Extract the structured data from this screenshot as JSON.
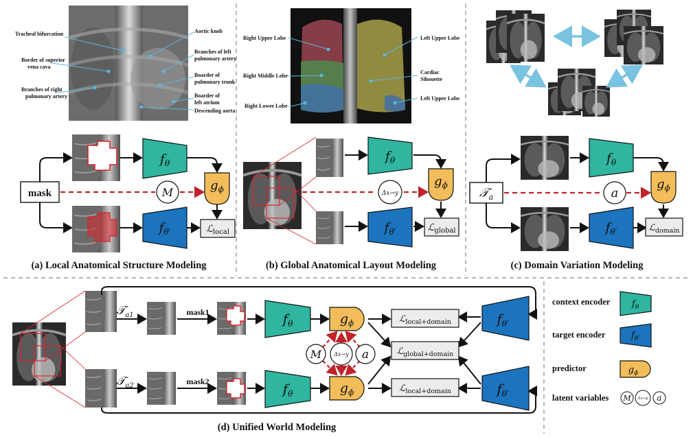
{
  "colors": {
    "context_encoder": "#2fb5a0",
    "target_encoder": "#1b74bd",
    "predictor": "#f2bd5a",
    "loss_box": "#ececec",
    "mask_red": "#d8242b",
    "arrow_blue": "#7ac3e0",
    "leader_line": "#5bb7dd"
  },
  "panel_a": {
    "caption": "(a) Local Anatomical Structure Modeling",
    "annotations_left": [
      "Tracheal bifurcation",
      "Border of superior",
      "vena cava",
      "Branches of right",
      "pulmonary artery"
    ],
    "annotations_right": [
      "Aortic knob",
      "Branches of left",
      "pulmonary artery",
      "Boarder of",
      "pulmonary trunk",
      "Boarder of",
      "left atrium",
      "Descending aorta"
    ],
    "mask_label": "mask",
    "latent": "M",
    "loss_sub": "local"
  },
  "panel_b": {
    "caption": "(b) Global Anatomical Layout Modeling",
    "annotations_left": [
      "Right Upper Lobe",
      "Right Middle Lobe",
      "Right Lower Lobe"
    ],
    "annotations_right": [
      "Left Upper Lobe",
      "Cardiac",
      "Sihouette",
      "Left Upper Lobe"
    ],
    "latent": "Δx→y",
    "loss_sub": "global"
  },
  "panel_c": {
    "caption": "(c) Domain Variation Modeling",
    "transform_sub": "a",
    "latent": "a",
    "loss_sub": "domain"
  },
  "panel_d": {
    "caption": "(d) Unified World Modeling",
    "t1_sub": "a1",
    "t2_sub": "a2",
    "mask1": "mask1",
    "mask2": "mask2",
    "latent_m": "M",
    "latent_delta": "Δx→y",
    "latent_a": "a",
    "loss_top": "local+domain",
    "loss_mid": "global+domain",
    "loss_bot": "local+domain"
  },
  "legend": {
    "context_encoder": "context encoder",
    "target_encoder": "target encoder",
    "predictor": "predictor",
    "latent_variables": "latent variables",
    "m": "M",
    "delta": "Δx→y",
    "a": "a"
  },
  "symbols": {
    "f": "f",
    "theta": "θ",
    "theta_prime": "θ′",
    "g": "g",
    "phi": "ϕ",
    "L": "ℒ",
    "T": "𝒯"
  }
}
